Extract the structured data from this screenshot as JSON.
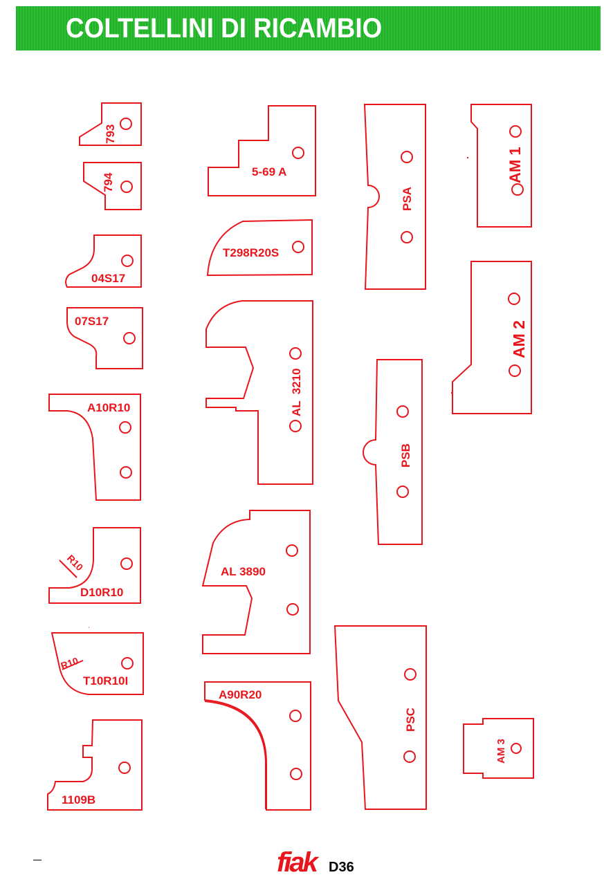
{
  "header": {
    "title": "COLTELLINI DI RICAMBIO",
    "color": "#2db534"
  },
  "accent_color": "#e8161c",
  "knives": {
    "k793": "793",
    "k794": "794",
    "k04S17": "04S17",
    "k07S17": "07S17",
    "kA10R10": "A10R10",
    "kD10R10": "D10R10",
    "kD10R10_radius": "R10",
    "kT10R10I": "T10R10I",
    "kT10R10I_radius": "R10",
    "k1109B": "1109B",
    "k569A": "5-69 A",
    "kT298R20S": "T298R20S",
    "kAL3210": "AL  3210",
    "kAL3890": "AL 3890",
    "kA90R20": "A90R20",
    "kPSA": "PSA",
    "kPSB": "PSB",
    "kPSC": "PSC",
    "kAM1": "AM 1",
    "kAM2": "AM 2",
    "kAM3": "AM 3"
  },
  "footer": {
    "logo": "fiak",
    "logo_icon": "brand-logo",
    "page_code": "D36"
  }
}
